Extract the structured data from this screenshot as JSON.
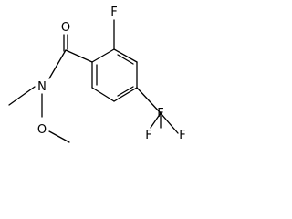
{
  "molecule": {
    "atoms": {
      "fluorine_ring": "F",
      "oxygen_carbonyl": "O",
      "nitrogen": "N",
      "oxygen_methoxy": "O",
      "fluorine_cf3_top": "F",
      "fluorine_cf3_left": "F",
      "fluorine_cf3_right": "F"
    }
  }
}
